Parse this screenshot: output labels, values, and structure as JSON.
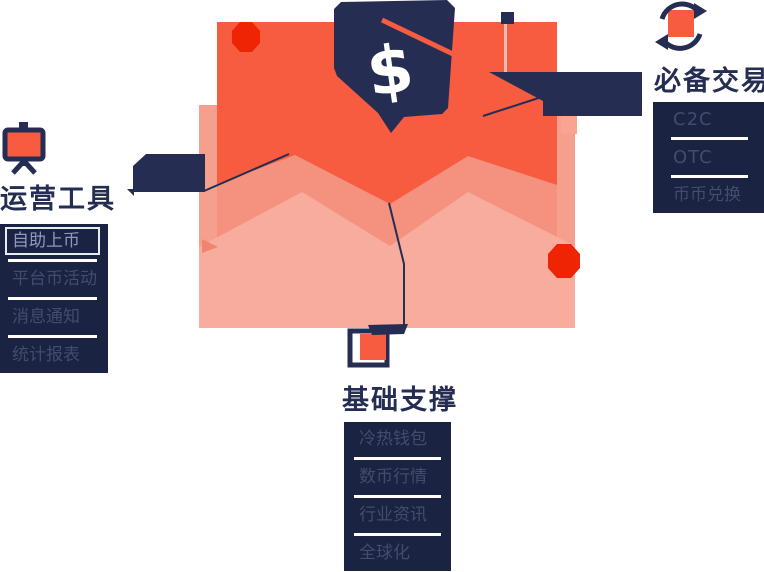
{
  "colors": {
    "navy": "#252E52",
    "panel_bg": "#1B2342",
    "coral": "#F75C41",
    "salmon_band": "#F4917F",
    "pink_front": "#F8AC9D",
    "pink_back": "#F5A08F",
    "red_dot": "#EE2405",
    "line_pink": "#FABCAE",
    "salmon_square": "#F9A493",
    "white": "#FFFFFF",
    "item_text": "#434B6E",
    "selected_item_text": "#9199BE"
  },
  "bubble": {
    "symbol": "$"
  },
  "groups": {
    "operations": {
      "title": "运营工具",
      "icon": "presentation-board-icon",
      "items": [
        {
          "label": "自助上币",
          "selected": true
        },
        {
          "label": "平台币活动"
        },
        {
          "label": "消息通知"
        },
        {
          "label": "统计报表"
        }
      ]
    },
    "trading": {
      "title": "必备交易",
      "icon": "refresh-arrows-icon",
      "items": [
        {
          "label": "C2C"
        },
        {
          "label": "OTC"
        },
        {
          "label": "币币兑换"
        }
      ]
    },
    "support": {
      "title": "基础支撑",
      "icon": "frame-square-icon",
      "items": [
        {
          "label": "冷热钱包"
        },
        {
          "label": "数币行情"
        },
        {
          "label": "行业资讯"
        },
        {
          "label": "全球化"
        }
      ]
    }
  }
}
